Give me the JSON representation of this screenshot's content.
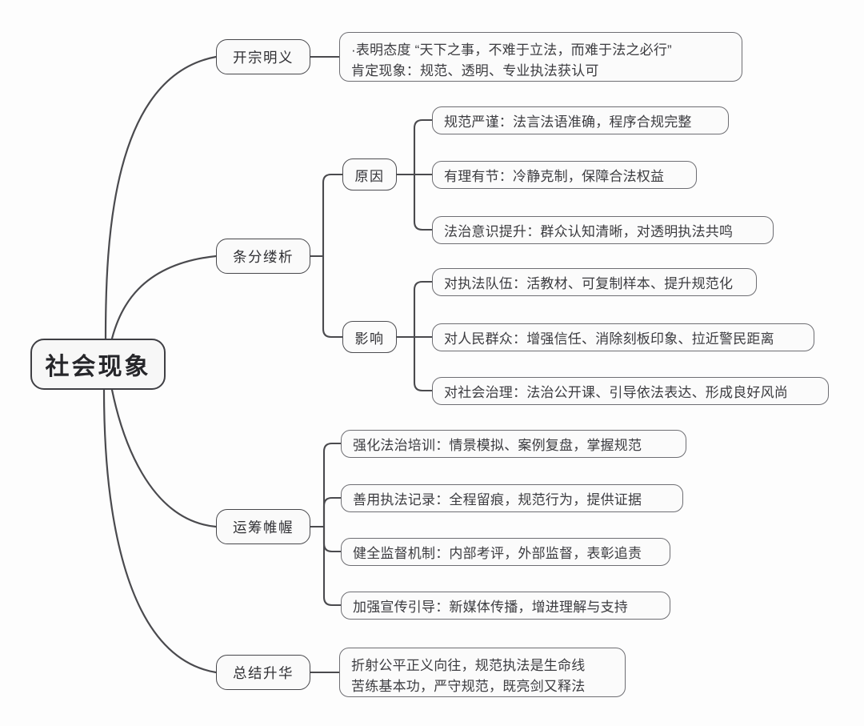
{
  "diagram": {
    "type": "mind-map",
    "title": "社会现象",
    "root": {
      "label": "社会现象"
    },
    "branches": [
      {
        "id": "b1",
        "label": "开宗明义",
        "content_lines": [
          "·表明态度 “天下之事，不难于立法，而难于法之必行”",
          "肯定现象：规范、透明、专业执法获认可"
        ]
      },
      {
        "id": "b2",
        "label": "条分缕析",
        "subbranches": [
          {
            "id": "b2s1",
            "label": "原因",
            "items": [
              "规范严谨：法言法语准确，程序合规完整",
              "有理有节：冷静克制，保障合法权益",
              "法治意识提升：群众认知清晰，对透明执法共鸣"
            ]
          },
          {
            "id": "b2s2",
            "label": "影响",
            "items": [
              "对执法队伍：活教材、可复制样本、提升规范化",
              "对人民群众：增强信任、消除刻板印象、拉近警民距离",
              "对社会治理：法治公开课、引导依法表达、形成良好风尚"
            ]
          }
        ]
      },
      {
        "id": "b3",
        "label": "运筹帷幄",
        "items": [
          "强化法治培训：情景模拟、案例复盘，掌握规范",
          "善用执法记录：全程留痕，规范行为，提供证据",
          "健全监督机制：内部考评，外部监督，表彰追责",
          "加强宣传引导：新媒体传播，增进理解与支持"
        ]
      },
      {
        "id": "b4",
        "label": "总结升华",
        "content_lines": [
          "折射公平正义向往，规范执法是生命线",
          "苦练基本功，严守规范，既亮剑又释法"
        ]
      }
    ],
    "colors": {
      "background": "#fdfdfd",
      "node_fill": "#fbfbfb",
      "node_stroke": "#59595c",
      "root_stroke": "#3f3f44",
      "text": "#3b3b3f",
      "connector": "#4a4a4e"
    }
  }
}
